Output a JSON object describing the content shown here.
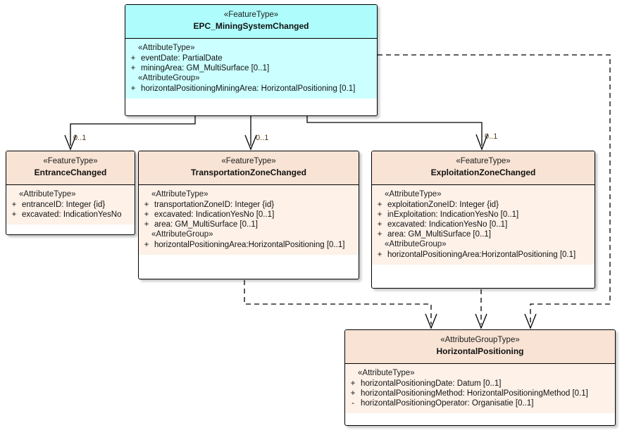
{
  "diagram": {
    "title": "UML class diagram - EPC MiningSystemChanged",
    "colors": {
      "featuretype_header": "#aefcfc",
      "featuretype_body": "#ccffff",
      "attributetype_header": "#f8e3d4",
      "attributetype_body": "#fdf1e8",
      "line": "#000000",
      "multiplicity_text": "#5a3a18"
    }
  },
  "classes": {
    "epc": {
      "stereotype": "«FeatureType»",
      "name": "EPC_MiningSystemChanged",
      "compartments": [
        {
          "group": "«AttributeType»",
          "attributes": [
            {
              "visibility": "+",
              "text": "eventDate: PartialDate"
            },
            {
              "visibility": "+",
              "text": "miningArea: GM_MultiSurface [0..1]"
            }
          ]
        },
        {
          "group": "«AttributeGroup»",
          "attributes": [
            {
              "visibility": "+",
              "text": "horizontalPositioningMiningArea: HorizontalPositioning [0.1]"
            }
          ]
        }
      ]
    },
    "entrance": {
      "stereotype": "«FeatureType»",
      "name": "EntranceChanged",
      "compartments": [
        {
          "group": "«AttributeType»",
          "attributes": [
            {
              "visibility": "+",
              "text": "entranceID: Integer {id}"
            },
            {
              "visibility": "+",
              "text": "excavated: IndicationYesNo"
            }
          ]
        }
      ]
    },
    "transport": {
      "stereotype": "«FeatureType»",
      "name": "TransportationZoneChanged",
      "compartments": [
        {
          "group": "«AttributeType»",
          "attributes": [
            {
              "visibility": "+",
              "text": "transportationZoneID: Integer {id}"
            },
            {
              "visibility": "+",
              "text": "excavated: IndicationYesNo [0..1]"
            },
            {
              "visibility": "+",
              "text": "area: GM_MultiSurface [0..1]"
            }
          ]
        },
        {
          "group": "«AttributeGroup»",
          "attributes": [
            {
              "visibility": "+",
              "text": "horizontalPositioningArea:HorizontalPositioning [0..1]"
            }
          ]
        }
      ]
    },
    "exploitation": {
      "stereotype": "«FeatureType»",
      "name": "ExploitationZoneChanged",
      "compartments": [
        {
          "group": "«AttributeType»",
          "attributes": [
            {
              "visibility": "+",
              "text": "exploitationZoneID: Integer {id}"
            },
            {
              "visibility": "+",
              "text": "inExploitation: IndicationYesNo [0..1]"
            },
            {
              "visibility": "+",
              "text": "excavated: IndicationYesNo [0..1]"
            },
            {
              "visibility": "+",
              "text": "area: GM_MultiSurface [0..1]"
            }
          ]
        },
        {
          "group": "«AttributeGroup»",
          "attributes": [
            {
              "visibility": "+",
              "text": "horizontalPositioningArea:HorizontalPositioning [0.1]"
            }
          ]
        }
      ]
    },
    "horizontal": {
      "stereotype": "«AttributeGroupType»",
      "name": "HorizontalPositioning",
      "compartments": [
        {
          "group": "«AttributeType»",
          "attributes": [
            {
              "visibility": "+",
              "text": "horizontalPositioningDate: Datum [0..1]"
            },
            {
              "visibility": "+",
              "text": "horizontalPositioningMethod: HorizontalPositioningMethod [0.1]"
            },
            {
              "visibility": "-",
              "text": "horizontalPositioningOperator: Organisatie [0..1]"
            }
          ]
        }
      ]
    }
  },
  "connections": [
    {
      "id": "epc-to-entrance",
      "from": "epc",
      "to": "entrance",
      "style": "solid",
      "arrow": "open",
      "multiplicity": "0..1"
    },
    {
      "id": "epc-to-transport",
      "from": "epc",
      "to": "transport",
      "style": "solid",
      "arrow": "open",
      "multiplicity": "0..1"
    },
    {
      "id": "epc-to-exploitation",
      "from": "epc",
      "to": "exploitation",
      "style": "solid",
      "arrow": "open",
      "multiplicity": "0..1"
    },
    {
      "id": "epc-to-horizontal",
      "from": "epc",
      "to": "horizontal",
      "style": "dashed",
      "arrow": "open",
      "multiplicity": ""
    },
    {
      "id": "transport-to-horizontal",
      "from": "transport",
      "to": "horizontal",
      "style": "dashed",
      "arrow": "open",
      "multiplicity": ""
    },
    {
      "id": "exploitation-to-horizontal",
      "from": "exploitation",
      "to": "horizontal",
      "style": "dashed",
      "arrow": "open",
      "multiplicity": ""
    }
  ]
}
